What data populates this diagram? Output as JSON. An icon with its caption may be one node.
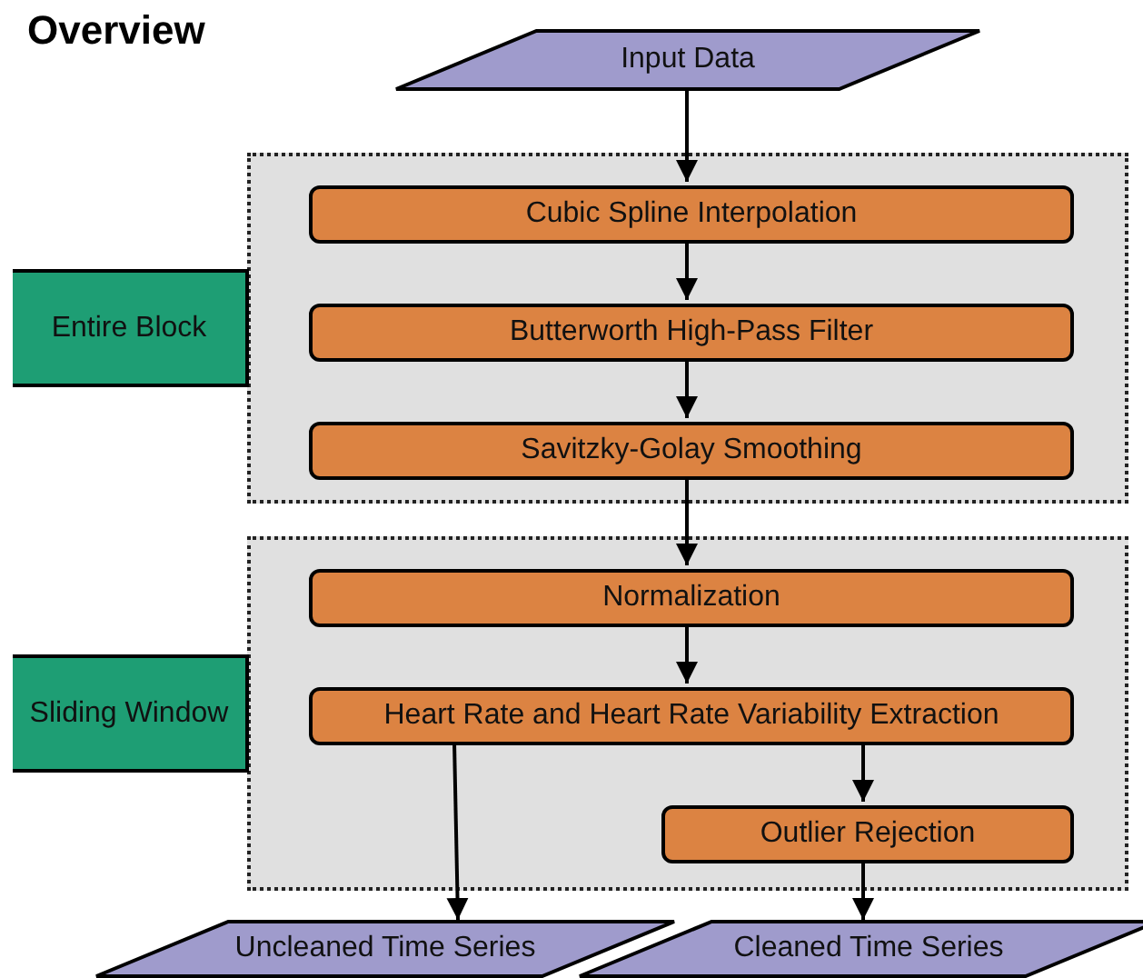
{
  "diagram": {
    "title": "Overview",
    "nodes": [
      {
        "text": [
          "Input Data"
        ]
      },
      {
        "text": [],
        "shape": "box"
      },
      {
        "text": [
          "Cubic Spline Interpolation"
        ],
        "in": 1
      },
      {
        "text": [
          "Butterworth High-Pass Filter"
        ],
        "in": 1
      },
      {
        "text": [
          "Savitzky-Golay Smoothing"
        ],
        "in": 1
      },
      {
        "text": [
          "Entire Block"
        ]
      },
      {
        "text": [],
        "shape": "box"
      },
      {
        "text": [
          "Normalization"
        ],
        "in": 6
      },
      {
        "text": [
          "Heart Rate and Heart Rate Variability Extraction"
        ],
        "in": 6
      },
      {
        "text": [
          "Outlier Rejection"
        ],
        "in": 6
      },
      {
        "text": [
          "Sliding Window"
        ]
      },
      {
        "text": [
          "Uncleaned Time Series"
        ]
      },
      {
        "text": [
          "Cleaned Time Series"
        ]
      }
    ],
    "edges": [
      {
        "from": 0,
        "to": 2,
        "arrow": "to"
      },
      {
        "from": 2,
        "to": 3,
        "arrow": "to"
      },
      {
        "from": 3,
        "to": 4,
        "arrow": "to"
      },
      {
        "from": 4,
        "to": 7,
        "arrow": "to"
      },
      {
        "from": 7,
        "to": 8,
        "arrow": "to"
      },
      {
        "from": 8,
        "to": 9,
        "arrow": "to"
      },
      {
        "from": 8,
        "to": 11,
        "arrow": "to"
      },
      {
        "from": 9,
        "to": 12,
        "arrow": "to"
      }
    ]
  }
}
